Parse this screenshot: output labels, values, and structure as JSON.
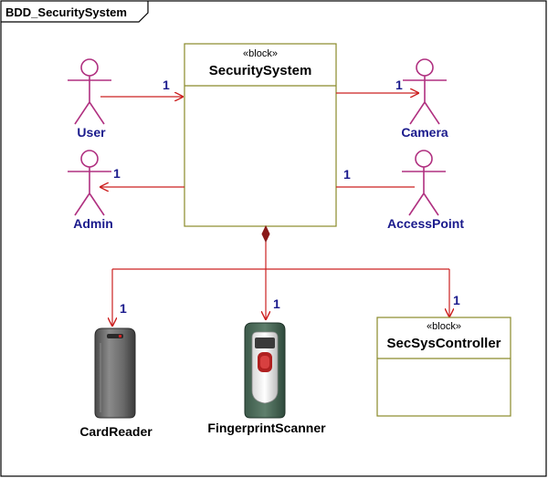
{
  "frame": {
    "title": "BDD_SecuritySystem"
  },
  "main_block": {
    "stereotype": "«block»",
    "name": "SecuritySystem"
  },
  "controller_block": {
    "stereotype": "«block»",
    "name": "SecSysController"
  },
  "actors": {
    "user": "User",
    "camera": "Camera",
    "admin": "Admin",
    "access_point": "AccessPoint"
  },
  "devices": {
    "card_reader": "CardReader",
    "fingerprint_scanner": "FingerprintScanner"
  },
  "multiplicities": {
    "user": "1",
    "camera": "1",
    "admin": "1",
    "access_point": "1",
    "card_reader": "1",
    "fingerprint_scanner": "1",
    "controller": "1"
  },
  "colors": {
    "frame": "#000000",
    "block_border": "#8a8a2a",
    "actor_stroke": "#b03080",
    "association": "#cc2020",
    "label_blue": "#1a1a8c"
  }
}
